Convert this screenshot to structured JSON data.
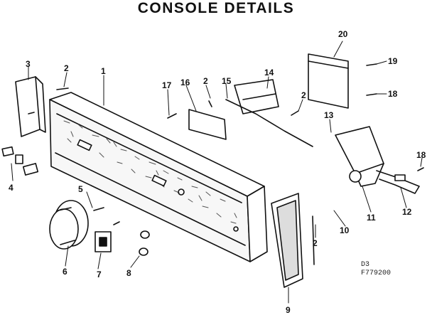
{
  "title": "CONSOLE DETAILS",
  "callouts": [
    "1",
    "2",
    "3",
    "4",
    "5",
    "6",
    "7",
    "8",
    "9",
    "10",
    "11",
    "12",
    "13",
    "14",
    "15",
    "16",
    "17",
    "18",
    "19",
    "20"
  ],
  "labels": {
    "n1": "1",
    "n2a": "2",
    "n2b": "2",
    "n2c": "2",
    "n2d": "2",
    "n3": "3",
    "n4": "4",
    "n5": "5",
    "n6": "6",
    "n7": "7",
    "n8": "8",
    "n9": "9",
    "n10": "10",
    "n11": "11",
    "n12": "12",
    "n13": "13",
    "n14": "14",
    "n15": "15",
    "n16": "16",
    "n17": "17",
    "n18a": "18",
    "n18b": "18",
    "n19": "19",
    "n20": "20"
  },
  "drawing_code": {
    "line1": "D3",
    "line2": "F779200"
  },
  "colors": {
    "ink": "#111111",
    "background": "#ffffff",
    "speckle": "#555555"
  }
}
